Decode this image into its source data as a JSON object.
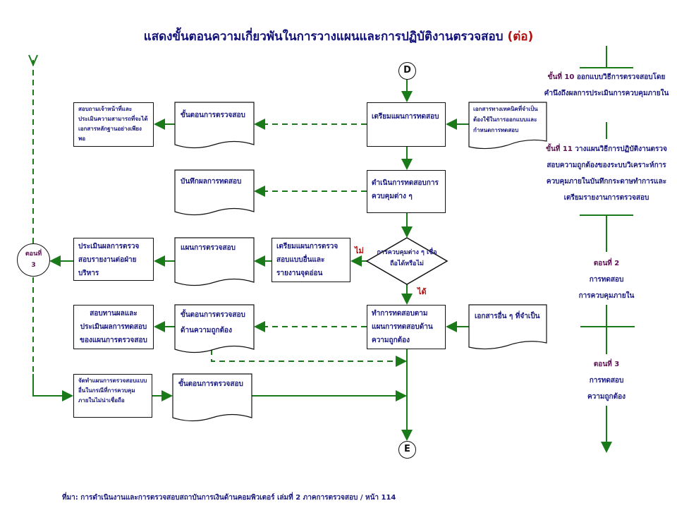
{
  "title": {
    "main": "แสดงขั้นตอนความเกี่ยวพันในการวางแผนและการปฏิบัติงานตรวจสอบ",
    "suffix": "(ต่อ)"
  },
  "connectors": {
    "start": "D",
    "end": "E",
    "left_part": "ตอนที่",
    "left_num": "3"
  },
  "main_flow": {
    "prepare_test_plan": "เตรียมแผนการทดสอบ",
    "perform_control_tests": "ดำเนินการทดสอบการควบคุมต่าง ๆ",
    "decision": "การควบคุมต่าง ๆ เชื่อถือได้หรือไม่",
    "decision_no": "ไม่",
    "decision_yes": "ได้",
    "substantive_test": "ทำการทดสอบตามแผนการทดสอบด้านความถูกต้อง"
  },
  "inputs": {
    "technical_docs": "เอกสารทางเทคนิคที่จำเป็นต้องใช้ในการออกแบบและกำหนดการทดสอบ",
    "other_docs": "เอกสารอื่น ๆ ที่จำเป็น"
  },
  "documents": {
    "audit_procedures_1": "ขั้นตอนการตรวจสอบ",
    "test_results": "บันทึกผลการทดสอบ",
    "audit_plan": "แผนการตรวจสอบ",
    "substantive_procedures": "ขั้นตอนการตรวจสอบด้านความถูกต้อง",
    "audit_procedures_2": "ขั้นตอนการตรวจสอบ"
  },
  "side_boxes": {
    "inquire_staff": "สอบถามเจ้าหน้าที่และประเมินความสามารถที่จะได้เอกสารหลักฐานอย่างเพียงพอ",
    "alt_plan": "เตรียมแผนการตรวจสอบแบบอื่นและรายงานจุดอ่อน",
    "evaluate_report": "ประเมินผลการตรวจสอบรายงานต่อฝ่ายบริหาร",
    "review_results": "สอบทานผลและประเมินผลการทดสอบของแผนการตรวจสอบ",
    "other_plan": "จัดทำแผนการตรวจสอบแบบอื่นในกรณีที่การควบคุมภายในไม่น่าเชื่อถือ"
  },
  "right_column": {
    "step10_label": "ขั้นที่ 10",
    "step10_text": "ออกแบบวิธีการตรวจสอบโดยคำนึงถึงผลการประเมินการควบคุมภายใน",
    "step11_label": "ขั้นที่ 11",
    "step11_text": "วางแผนวิธีการปฏิบัติงานตรวจสอบความถูกต้องของระบบวิเคราะห์การควบคุมภายในบันทึกกระดาษทำการและเตรียมรายงานการตรวจสอบ",
    "part2_label": "ตอนที่ 2",
    "part2_line1": "การทดสอบ",
    "part2_line2": "การควบคุมภายใน",
    "part3_label": "ตอนที่ 3",
    "part3_line1": "การทดสอบ",
    "part3_line2": "ความถูกต้อง"
  },
  "footer": "ที่มา: การดำเนินงานและการตรวจสอบสถาบันการเงินด้านคอมพิวเตอร์ เล่มที่ 2 ภาคการตรวจสอบ / หน้า 114",
  "colors": {
    "line": "#1a7a1a",
    "text": "#1a1a80",
    "accent": "#b01010",
    "step": "#5a1050"
  }
}
